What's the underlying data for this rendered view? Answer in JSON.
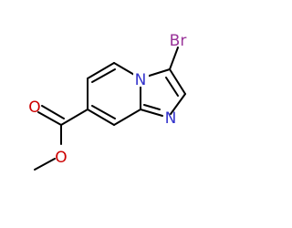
{
  "molecule": {
    "atoms": {
      "bromine": "Br",
      "ring_nitrogen_bridge": "N",
      "ring_nitrogen_imidazole": "N",
      "carbonyl_oxygen": "O",
      "ester_oxygen": "O"
    },
    "colors": {
      "bond": "#000000",
      "nitrogen": "#3333cc",
      "oxygen": "#cc0000",
      "bromine": "#993399"
    }
  }
}
